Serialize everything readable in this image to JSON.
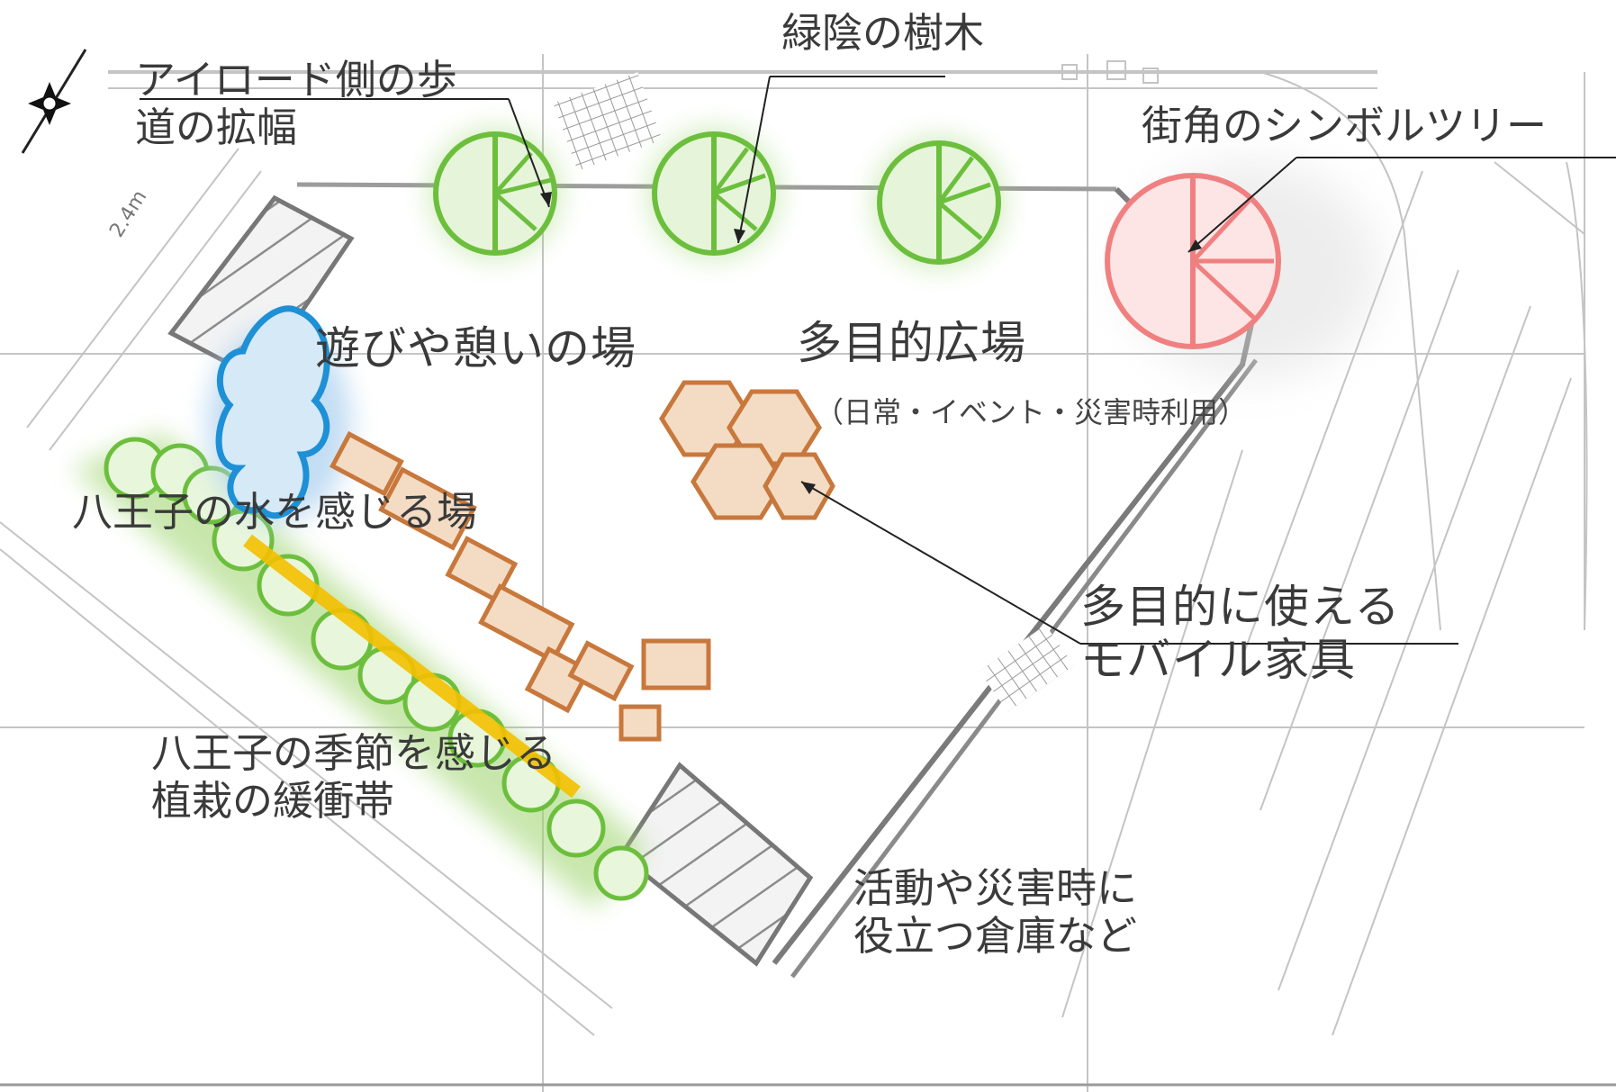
{
  "labels": {
    "sidewalk": {
      "line1": "アイロード側の歩",
      "line2": "道の拡幅"
    },
    "shade_trees": "緑陰の樹木",
    "symbol_tree": "街角のシンボルツリー",
    "play_area": "遊びや憩いの場",
    "multipurpose_plaza": "多目的広場",
    "plaza_note": "（日常・イベント・災害時利用）",
    "water_area": "八王子の水を感じる場",
    "mobile_furniture": {
      "line1": "多目的に使える",
      "line2": "モバイル家具"
    },
    "planting_buffer": {
      "line1": "八王子の季節を感じる",
      "line2": "植栽の緩衝帯"
    },
    "storage": {
      "line1": "活動や災害時に",
      "line2": "役立つ倉庫など"
    },
    "road_width": "2.4m"
  },
  "icons": {
    "compass": "north-arrow-compass-icon",
    "shade_tree": "tree-plan-symbol-icon",
    "symbol_tree": "tree-plan-symbol-icon"
  },
  "colors": {
    "tree_green": "#6cbf3c",
    "tree_fill": "#dff3cf",
    "symbol_red": "#f08080",
    "symbol_fill": "#fde5e5",
    "water_blue": "#1e90d6",
    "water_fill": "#cfe6f5",
    "furniture_orange": "#c8783c",
    "furniture_fill": "#f4dcc4",
    "bench_yellow": "#f5c000",
    "hatch_gray": "#8c8c8c",
    "plan_gray": "#b8b8b8"
  }
}
